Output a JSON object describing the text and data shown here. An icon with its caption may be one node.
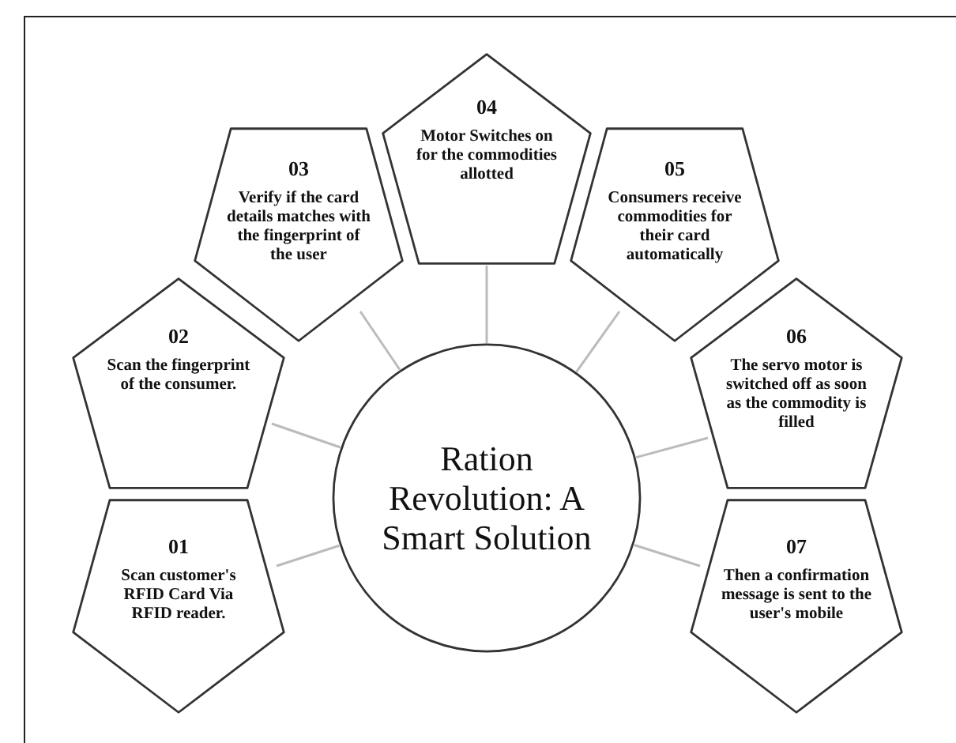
{
  "diagram": {
    "nodes": [
      {
        "text": [
          "Ration Revolution: A Smart Solution"
        ]
      },
      {
        "text": [
          "01",
          "Scan customer's RFID Card Via RFID reader."
        ]
      },
      {
        "text": [
          "02",
          "Scan the fingerprint of the consumer."
        ]
      },
      {
        "text": [
          "03",
          "Verify if the card details matches with the fingerprint of the user"
        ]
      },
      {
        "text": [
          "04",
          "Motor Switches on for the commodities allotted"
        ]
      },
      {
        "text": [
          "05",
          "Consumers receive commodities for their card automatically"
        ]
      },
      {
        "text": [
          "06",
          "The servo motor is switched off as soon as the commodity is filled"
        ]
      },
      {
        "text": [
          "07",
          "Then a confirmation message is sent to the user's mobile"
        ]
      }
    ],
    "edges": [
      {
        "from": 0,
        "to": 1,
        "arrow": "none"
      },
      {
        "from": 0,
        "to": 2,
        "arrow": "none"
      },
      {
        "from": 0,
        "to": 3,
        "arrow": "none"
      },
      {
        "from": 0,
        "to": 4,
        "arrow": "none"
      },
      {
        "from": 0,
        "to": 5,
        "arrow": "none"
      },
      {
        "from": 0,
        "to": 6,
        "arrow": "none"
      },
      {
        "from": 0,
        "to": 7,
        "arrow": "none"
      }
    ]
  }
}
